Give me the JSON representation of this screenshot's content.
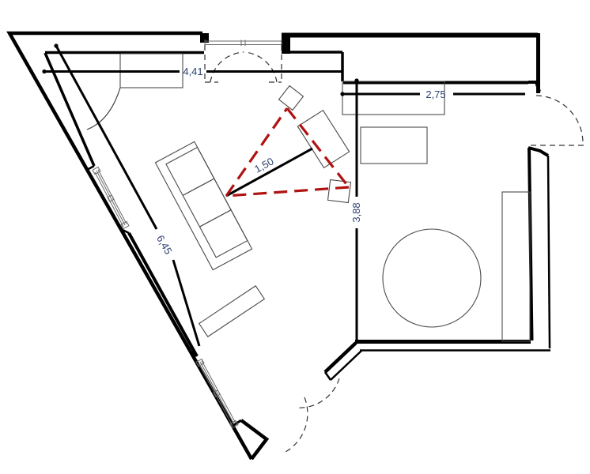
{
  "drawing": {
    "kind": "apartment-floor-plan",
    "dimension_labels": {
      "top_wall": "4,41",
      "right_room_wall": "2,75",
      "viewing_distance": "1,50",
      "right_room_depth": "3,88",
      "diagonal_wall": "6,45"
    },
    "colors": {
      "wall": "#000000",
      "dimension_text": "#2e4272",
      "speaker_triangle_red": "#b01212",
      "furniture_line": "#4a4a4a"
    }
  }
}
